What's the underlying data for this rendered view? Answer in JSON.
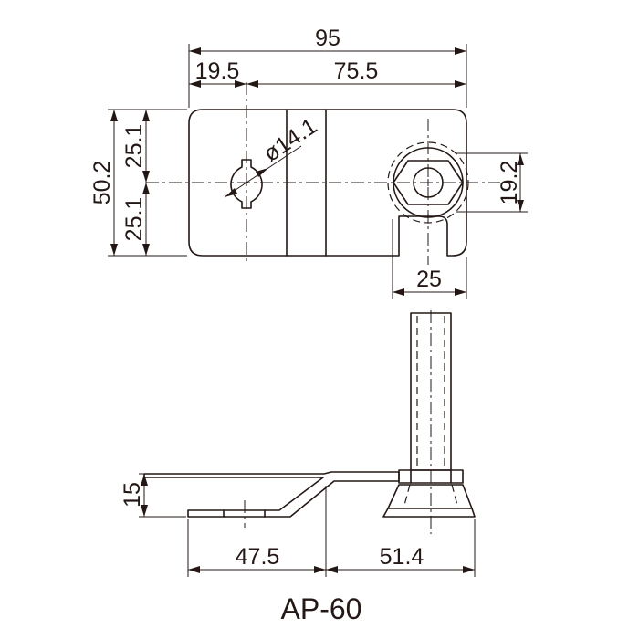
{
  "diagram": {
    "model": "AP-60",
    "top_view": {
      "overall_width": "95",
      "hole_offset": "19.5",
      "hole_to_end": "75.5",
      "hole_diameter": "ø14.1",
      "total_height": "50.2",
      "upper_half": "25.1",
      "lower_half": "25.1",
      "nut_width": "19.2",
      "slot_width": "25"
    },
    "side_view": {
      "step_height": "15",
      "base_length": "47.5",
      "foot_length": "51.4"
    }
  }
}
